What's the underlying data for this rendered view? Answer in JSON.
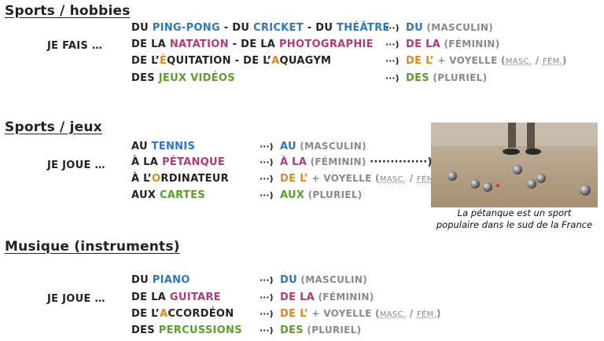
{
  "sections": [
    {
      "title": "Sports / hobbies",
      "verb": "JE FAIS …",
      "rows": [
        {
          "parts": [
            [
              "DU ",
              "dark"
            ],
            [
              "PING-PONG",
              "blue"
            ],
            [
              " - DU ",
              "dark"
            ],
            [
              "CRICKET",
              "blue"
            ],
            [
              " - DU ",
              "dark"
            ],
            [
              "THÉÂTRE",
              "blue"
            ]
          ],
          "arrow": "···)",
          "rule": [
            [
              "DU",
              "blue"
            ],
            [
              " (MASCULIN)",
              "note"
            ]
          ]
        },
        {
          "parts": [
            [
              "DE LA ",
              "dark"
            ],
            [
              "NATATION",
              "pink"
            ],
            [
              " - DE LA ",
              "dark"
            ],
            [
              "PHOTOGRAPHIE",
              "pink"
            ]
          ],
          "arrow": "···)",
          "rule": [
            [
              "DE LA",
              "pink"
            ],
            [
              " (FÉMININ)",
              "note"
            ]
          ]
        },
        {
          "parts": [
            [
              "DE L’",
              "dark"
            ],
            [
              "É",
              "orange"
            ],
            [
              "QUITATION - DE L’",
              "dark"
            ],
            [
              "A",
              "orange"
            ],
            [
              "QUAGYM",
              "dark"
            ]
          ],
          "arrow": "···)",
          "rule": [
            [
              "DE L’",
              "orange"
            ],
            [
              " + VOYELLE (",
              "note"
            ],
            [
              "MASC.",
              "small"
            ],
            [
              " / ",
              "note"
            ],
            [
              "FÉM.",
              "small"
            ],
            [
              ")",
              "note"
            ]
          ]
        },
        {
          "parts": [
            [
              "DES ",
              "dark"
            ],
            [
              "JEUX VIDÉOS",
              "green"
            ]
          ],
          "arrow": "···)",
          "rule": [
            [
              "DES",
              "green"
            ],
            [
              " (PLURIEL)",
              "note"
            ]
          ]
        }
      ]
    },
    {
      "title": "Sports / jeux",
      "verb": "JE JOUE …",
      "rows": [
        {
          "parts": [
            [
              "AU ",
              "dark"
            ],
            [
              "TENNIS",
              "blue"
            ]
          ],
          "arrow": "···)",
          "rule": [
            [
              "AU",
              "blue"
            ],
            [
              " (MASCULIN)",
              "note"
            ]
          ]
        },
        {
          "parts": [
            [
              "À LA ",
              "dark"
            ],
            [
              "PÉTANQUE",
              "pink"
            ]
          ],
          "arrow": "···)",
          "rule": [
            [
              "À LA",
              "pink"
            ],
            [
              " (FÉMININ) ",
              "note"
            ],
            [
              "··············)",
              "dark"
            ]
          ]
        },
        {
          "parts": [
            [
              "À L’",
              "dark"
            ],
            [
              "O",
              "orange"
            ],
            [
              "RDINATEUR",
              "dark"
            ]
          ],
          "arrow": "···)",
          "rule": [
            [
              "DE L’",
              "orange"
            ],
            [
              " + VOYELLE (",
              "note"
            ],
            [
              "MASC.",
              "small"
            ],
            [
              " / ",
              "note"
            ],
            [
              "FÉM.",
              "small"
            ],
            [
              ")",
              "note"
            ]
          ]
        },
        {
          "parts": [
            [
              "AUX ",
              "dark"
            ],
            [
              "CARTES",
              "green"
            ]
          ],
          "arrow": "···)",
          "rule": [
            [
              "AUX",
              "green"
            ],
            [
              " (PLURIEL)",
              "note"
            ]
          ]
        }
      ]
    },
    {
      "title": "Musique (instruments)",
      "verb": "JE JOUE …",
      "rows": [
        {
          "parts": [
            [
              "DU ",
              "dark"
            ],
            [
              "PIANO",
              "blue"
            ]
          ],
          "arrow": "···)",
          "rule": [
            [
              "DU",
              "blue"
            ],
            [
              " (MASCULIN)",
              "note"
            ]
          ]
        },
        {
          "parts": [
            [
              "DE LA ",
              "dark"
            ],
            [
              "GUITARE",
              "pink"
            ]
          ],
          "arrow": "···)",
          "rule": [
            [
              "DE LA",
              "pink"
            ],
            [
              " (FÉMININ)",
              "note"
            ]
          ]
        },
        {
          "parts": [
            [
              "DE L’",
              "dark"
            ],
            [
              "A",
              "orange"
            ],
            [
              "CCORDÉON",
              "dark"
            ]
          ],
          "arrow": "···)",
          "rule": [
            [
              "DE L’",
              "orange"
            ],
            [
              " + VOYELLE (",
              "note"
            ],
            [
              "MASC.",
              "small"
            ],
            [
              " / ",
              "note"
            ],
            [
              "FÉM.",
              "small"
            ],
            [
              ")",
              "note"
            ]
          ]
        },
        {
          "parts": [
            [
              "DES ",
              "dark"
            ],
            [
              "PERCUSSIONS",
              "green"
            ]
          ],
          "arrow": "···)",
          "rule": [
            [
              "DES",
              "green"
            ],
            [
              " (PLURIEL)",
              "note"
            ]
          ]
        }
      ]
    }
  ],
  "photo": {
    "alt": "pétanque balls on sandy ground"
  },
  "caption_line1": "La pétanque est un sport",
  "caption_line2": "populaire dans le sud de la France",
  "colors": {
    "masculin": "#2a78c2",
    "feminin": "#b03a7a",
    "voyelle": "#e08a1c",
    "pluriel": "#59a12a",
    "note": "#8a8a8a"
  }
}
